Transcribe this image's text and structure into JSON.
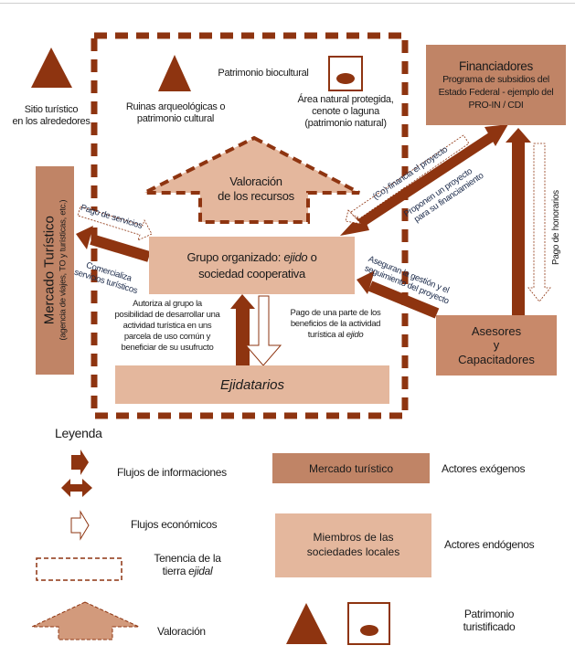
{
  "colors": {
    "dark_brown": "#8e3410",
    "exogenous_fill": "#c08466",
    "endogenous_fill": "#e4b79d",
    "valuation_fill": "#e4b79d"
  },
  "heritage": {
    "site_nearby": "Sitio turístico\nen los alrededores",
    "biocultural_title": "Patrimonio biocultural",
    "ruins": "Ruinas arqueológicas o\npatrimonio cultural",
    "natural_area": "Área natural protegida,\ncenote o laguna\n(patrimonio natural)"
  },
  "valuation": {
    "line1": "Valoración",
    "line2": "de los recursos"
  },
  "group": {
    "prefix": "Grupo organizado: ",
    "italic": "ejido",
    "suffix": " o",
    "line2": "sociedad cooperativa"
  },
  "ejidatarios": "Ejidatarios",
  "market": {
    "title": "Mercado Turístico",
    "subtitle": "(agencia de viajes, TO y turísticas, etc.)"
  },
  "financiers": {
    "title": "Financiadores",
    "line1": "Programa de subsidios del",
    "line2": "Estado Federal - ejemplo del",
    "line3": "PRO-IN / CDI"
  },
  "advisors": {
    "line1": "Asesores",
    "line2": "y",
    "line3": "Capacitadores"
  },
  "flows": {
    "pago_servicios": "Pago de servicios",
    "comercializa_1": "Comercializa",
    "comercializa_2": "servicios turísticos",
    "cofinancia": "(Co)-financia el proyecto",
    "proponen_1": "Proponen un proyecto",
    "proponen_2": "para su financiamiento",
    "pago_honorarios": "Pago de honorarios",
    "aseguran_1": "Aseguran la gestión y el",
    "aseguran_2": "seguimiento del proyecto",
    "autoriza": "Autoriza al grupo la\nposibilidad de desarrollar una\nactividad turística en uns\nparcela de uso común y\nbeneficiar de su usufructo",
    "pago_parte_1": "Pago de una parte de los\nbeneficios de la actividad\nturística al ",
    "pago_parte_italic": "ejido"
  },
  "legend": {
    "title": "Leyenda",
    "info_flows": "Flujos de informaciones",
    "econ_flows": "Flujos económicos",
    "tenure_1": "Tenencia de la",
    "tenure_2": "tierra ",
    "tenure_italic": "ejidal",
    "valuation": "Valoración",
    "exo_box": "Mercado turístico",
    "exo_label": "Actores exógenos",
    "endo_box_1": "Miembros de las",
    "endo_box_2": "sociedades locales",
    "endo_label": "Actores endógenos",
    "heritage_1": "Patrimonio",
    "heritage_2": "turistificado"
  }
}
